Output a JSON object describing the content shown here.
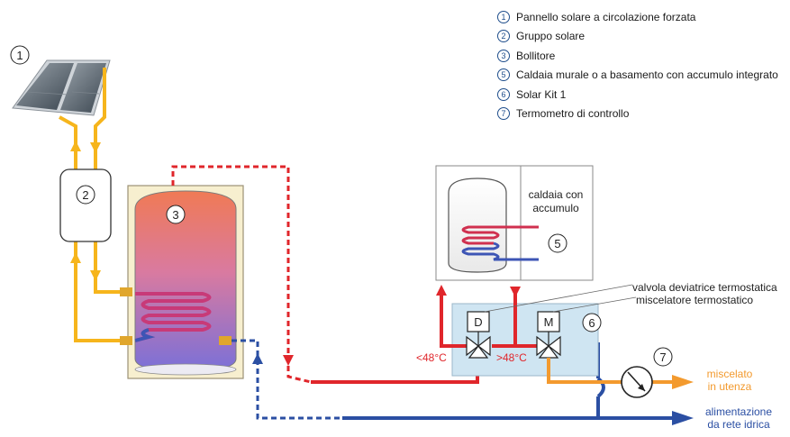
{
  "legend": [
    {
      "num": "1",
      "text": "Pannello solare a circolazione forzata"
    },
    {
      "num": "2",
      "text": "Gruppo solare"
    },
    {
      "num": "3",
      "text": "Bollitore"
    },
    {
      "num": "5",
      "text": "Caldaia murale o a basamento con accumulo integrato"
    },
    {
      "num": "6",
      "text": "Solar Kit 1"
    },
    {
      "num": "7",
      "text": "Termometro di controllo"
    }
  ],
  "markers": {
    "m1": "1",
    "m2": "2",
    "m3": "3",
    "m5": "5",
    "m6": "6",
    "m7": "7"
  },
  "boiler_label": {
    "line1": "caldaia con",
    "line2": "accumulo"
  },
  "valve_labels": {
    "line1": "valvola deviatrice termostatica",
    "line2": "miscelatore termostatico"
  },
  "valve_letters": {
    "d": "D",
    "m": "M"
  },
  "temps": {
    "low": "<48°C",
    "high": ">48°C"
  },
  "outlets": {
    "mixed_line1": "miscelato",
    "mixed_line2": "in utenza",
    "supply_line1": "alimentazione",
    "supply_line2": "da rete idrica"
  },
  "colors": {
    "hot": "#e0262b",
    "cold": "#2b4fa3",
    "solar": "#f6b51c",
    "mixed": "#f39a2e",
    "kit": "#cfe5f2"
  }
}
